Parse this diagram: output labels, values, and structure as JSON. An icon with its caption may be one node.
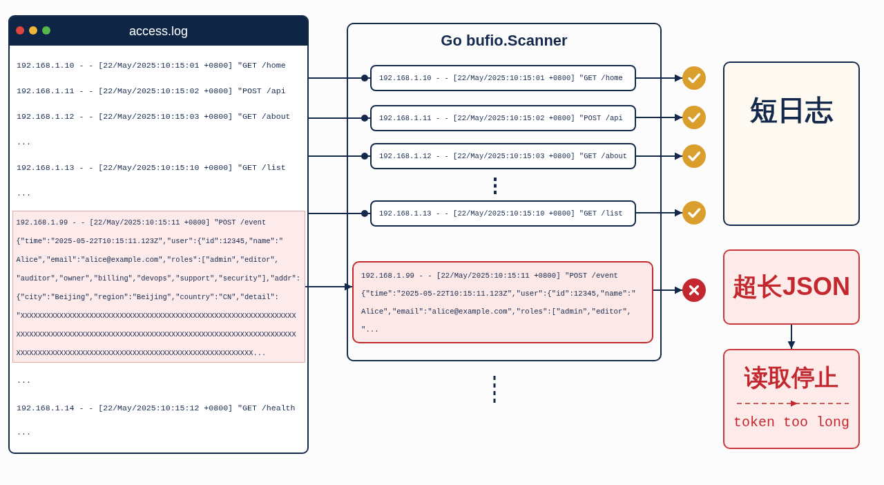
{
  "diagram": {
    "nodes": [
      {
        "text": [
          "access.log"
        ]
      },
      {
        "text": [
          "192.168.1.99 - - [22/May/2025:10:15:11 +0800] \"POST /event {\"time\":\"2025-05-22T10:15:11.123Z\",\"user\":{\"id\":12345,\"name\":\" Alice\",\"email\":\"alice@example.com\",\"roles\":[\"admin\",\"editor\", \"auditor\",\"owner\",\"billing\",\"devops\",\"support\",\"security\"],\"addr\": {\"city\":\"Beijing\",\"region\":\"Beijing\",\"country\":\"CN\",\"detail\": \"XXXXXXXXXXXXXXXXXXXXXXXXXXXXXXXXXXXXXXXXXXXXXXXXXXXXXXXXXXXXXXXX XXXXXXXXXXXXXXXXXXXXXXXXXXXXXXXXXXXXXXXXXXXXXXXXXXXXXXXXXXXXXXXXX XXXXXXXXXXXXXXXXXXXXXXXXXXXXXXXXXXXXXXXXXXXXXXXXXXXXXXX..."
        ],
        "in": 0
      },
      {
        "text": [
          "Go bufio.Scanner"
        ]
      },
      {
        "text": [
          "192.168.1.10 - - [22/May/2025:10:15:01 +0800] \"GET /home"
        ],
        "in": 2
      },
      {
        "text": [
          "192.168.1.11 - - [22/May/2025:10:15:02 +0800] \"POST /api"
        ],
        "in": 2
      },
      {
        "text": [
          "192.168.1.12 - - [22/May/2025:10:15:03 +0800] \"GET /about"
        ],
        "in": 2
      },
      {
        "text": [
          "192.168.1.13 - - [22/May/2025:10:15:10 +0800] \"GET /list"
        ],
        "in": 2
      },
      {
        "text": [
          "192.168.1.99 - - [22/May/2025:10:15:11 +0800] \"POST /event {\"time\":\"2025-05-22T10:15:11.123Z\",\"user\":{\"id\":12345,\"name\":\" Alice\",\"email\":\"alice@example.com\",\"roles\":[\"admin\",\"editor\", \"..."
        ],
        "in": 2
      },
      {
        "text": [],
        "shape": "circle"
      },
      {
        "text": [],
        "shape": "circle"
      },
      {
        "text": [],
        "shape": "circle"
      },
      {
        "text": [],
        "shape": "circle"
      },
      {
        "text": [],
        "shape": "circle"
      },
      {
        "text": [
          "短日志"
        ]
      },
      {
        "text": [
          "超长JSON"
        ]
      },
      {
        "text": [
          "读取停止",
          "token too long"
        ]
      }
    ],
    "edges": [
      {
        "from": 0,
        "to": 3,
        "arrow": "other"
      },
      {
        "from": 0,
        "to": 4,
        "arrow": "other"
      },
      {
        "from": 0,
        "to": 5,
        "arrow": "other"
      },
      {
        "from": 0,
        "to": 6,
        "arrow": "other"
      },
      {
        "from": 1,
        "to": 7,
        "arrow": "to"
      },
      {
        "from": 3,
        "to": 8,
        "arrow": "to"
      },
      {
        "from": 4,
        "to": 9,
        "arrow": "to"
      },
      {
        "from": 5,
        "to": 10,
        "arrow": "to"
      },
      {
        "from": 6,
        "to": 11,
        "arrow": "to"
      },
      {
        "from": 7,
        "to": 12,
        "arrow": "to"
      },
      {
        "from": 14,
        "to": 15,
        "arrow": "to"
      }
    ],
    "labels": [
      "192.168.1.10 - - [22/May/2025:10:15:01 +0800] \"GET /home",
      "192.168.1.11 - - [22/May/2025:10:15:02 +0800] \"POST /api",
      "192.168.1.12 - - [22/May/2025:10:15:03 +0800] \"GET /about",
      "...",
      "192.168.1.13 - - [22/May/2025:10:15:10 +0800] \"GET /list",
      "...",
      "...",
      "192.168.1.14 - - [22/May/2025:10:15:12 +0800] \"GET /health",
      "..."
    ]
  }
}
